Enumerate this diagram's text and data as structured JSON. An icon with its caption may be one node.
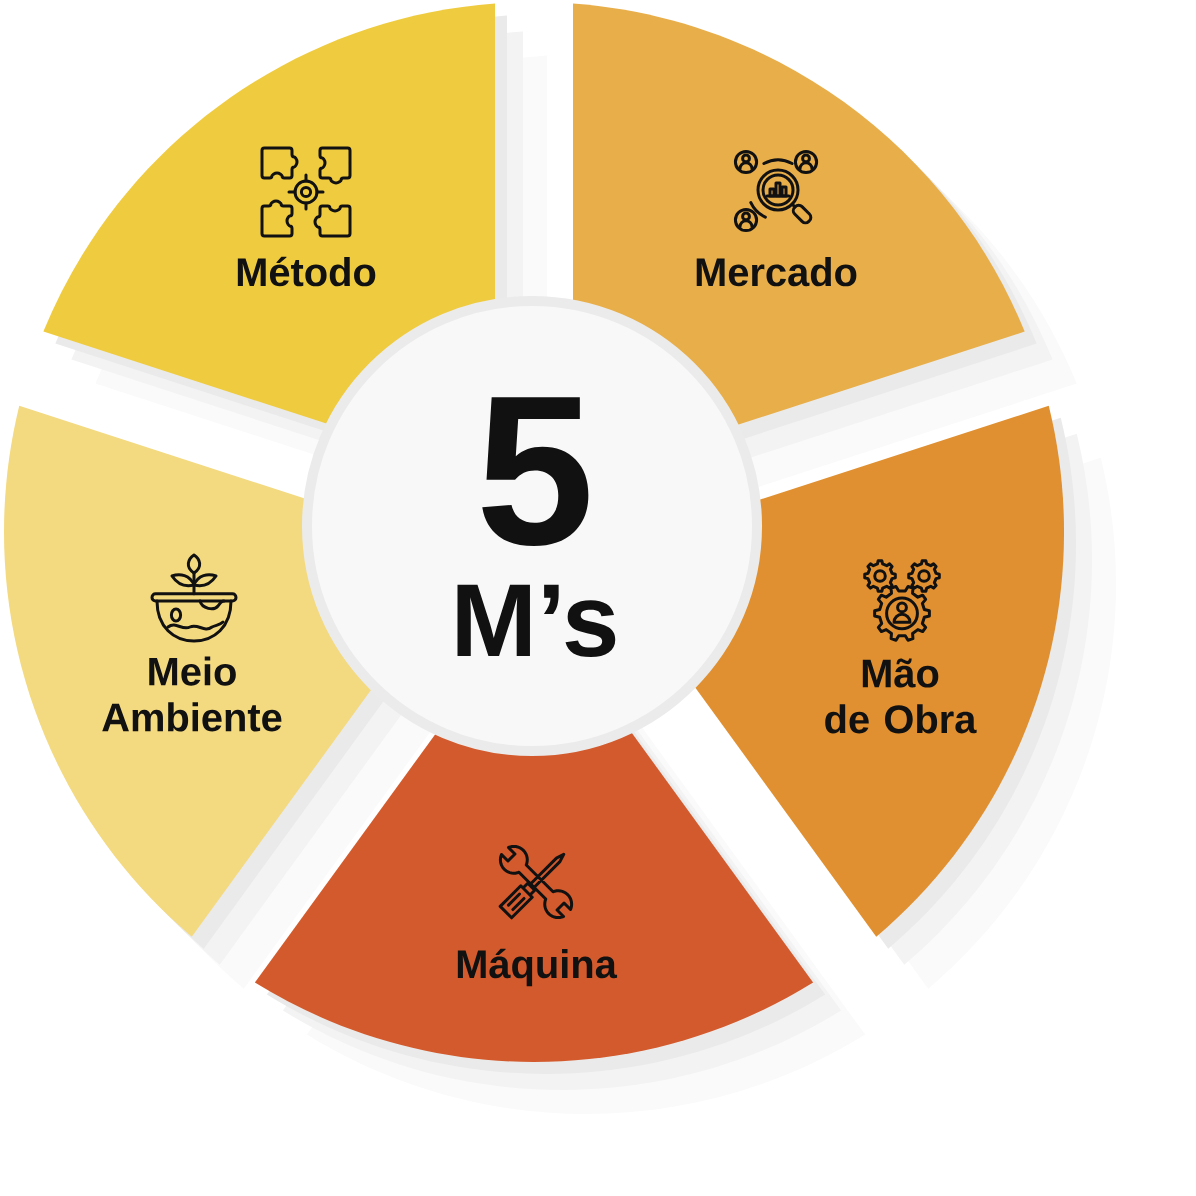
{
  "diagram": {
    "nodes": [
      {
        "text": [
          "5",
          "M’s"
        ]
      },
      {
        "text": [
          "Método"
        ]
      },
      {
        "text": [
          "Mercado"
        ]
      },
      {
        "text": [
          "Mão de Obra"
        ]
      },
      {
        "text": [
          "Máquina"
        ]
      },
      {
        "text": [
          "Meio Ambiente"
        ]
      }
    ]
  }
}
